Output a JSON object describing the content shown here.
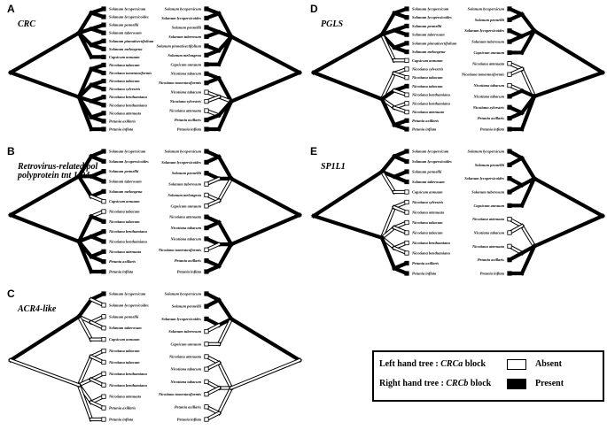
{
  "panels": [
    {
      "id": "A",
      "letter": "A",
      "title": "CRC",
      "title_lines": [
        "CRC"
      ],
      "left_taxa": [
        "Solanum lycopersicum",
        "Solanum lycopersicoides",
        "Solanum pennellii",
        "Solanum tuberosum",
        "Solanum pinnatisectifolium",
        "Solanum melongena",
        "Capsicum annuum",
        "Nicotiana tabacum",
        "Nicotiana tomentosiformis",
        "Nicotiana tabacum",
        "Nicotiana sylvestris",
        "Nicotiana benthamiana",
        "Nicotiana benthamiana",
        "Nicotiana attenuata",
        "Petunia axillaris",
        "Petunia inflata"
      ],
      "left_present": [
        1,
        1,
        1,
        1,
        1,
        1,
        1,
        1,
        1,
        1,
        1,
        1,
        1,
        1,
        1,
        1
      ],
      "right_taxa": [
        "Solanum lycopersicum",
        "Solanum lycopersicoides",
        "Solanum pennellii",
        "Solanum tuberosum",
        "Solanum pinnatisectifolium",
        "Solanum melongena",
        "Capsicum annuum",
        "Nicotiana tabacum",
        "Nicotiana tomentosiformis",
        "Nicotiana tabacum",
        "Nicotiana sylvestris",
        "Nicotiana attenuata",
        "Petunia axillaris",
        "Petunia inflata"
      ],
      "right_present": [
        1,
        1,
        1,
        1,
        1,
        1,
        1,
        1,
        1,
        0,
        0,
        0,
        1,
        1
      ]
    },
    {
      "id": "B",
      "letter": "B",
      "title": "Retrovirus-related pol polyprotein tnt 1-94",
      "title_lines": [
        "Retrovirus-related pol",
        "polyprotein tnt 1-94"
      ],
      "left_taxa": [
        "Solanum lycopersicum",
        "Solanum lycopersicoides",
        "Solanum pennellii",
        "Solanum tuberosum",
        "Solanum melongena",
        "Capsicum annuum",
        "Nicotiana tabacum",
        "Nicotiana tabacum",
        "Nicotiana benthamiana",
        "Nicotiana benthamiana",
        "Nicotiana attenuata",
        "Petunia axillaris",
        "Petunia inflata"
      ],
      "left_present": [
        1,
        1,
        1,
        1,
        1,
        0,
        0,
        1,
        1,
        1,
        1,
        1,
        1
      ],
      "right_taxa": [
        "Solanum lycopersicum",
        "Solanum lycopersicoides",
        "Solanum pennellii",
        "Solanum tuberosum",
        "Solanum melongena",
        "Capsicum annuum",
        "Nicotiana attenuata",
        "Nicotiana tabacum",
        "Nicotiana tabacum",
        "Nicotiana tomentosiformis",
        "Petunia axillaris",
        "Petunia inflata"
      ],
      "right_present": [
        1,
        1,
        1,
        0,
        0,
        0,
        1,
        1,
        1,
        0,
        1,
        1
      ]
    },
    {
      "id": "C",
      "letter": "C",
      "title": "ACR4-like",
      "title_lines": [
        "ACR4-like"
      ],
      "left_taxa": [
        "Solanum lycopersicum",
        "Solanum lycopersicoides",
        "Solanum pennellii",
        "Solanum tuberosum",
        "Capsicum annuum",
        "Nicotiana tabacum",
        "Nicotiana tabacum",
        "Nicotiana benthamiana",
        "Nicotiana benthamiana",
        "Nicotiana attenuata",
        "Petunia axillaris",
        "Petunia inflata"
      ],
      "left_present": [
        1,
        0,
        0,
        0,
        0,
        0,
        0,
        0,
        0,
        0,
        0,
        0
      ],
      "right_taxa": [
        "Solanum lycopersicum",
        "Solanum pennellii",
        "Solanum lycopersicoides",
        "Solanum tuberosum",
        "Capsicum annuum",
        "Nicotiana attenuata",
        "Nicotiana tabacum",
        "Nicotiana tabacum",
        "Nicotiana tomentosiformis",
        "Petunia axillaris",
        "Petunia inflata"
      ],
      "right_present": [
        1,
        1,
        1,
        0,
        0,
        0,
        0,
        0,
        0,
        0,
        0
      ]
    },
    {
      "id": "D",
      "letter": "D",
      "title": "PGLS",
      "title_lines": [
        "PGLS"
      ],
      "left_taxa": [
        "Solanum lycopersicum",
        "Solanum lycopersicoides",
        "Solanum pennellii",
        "Solanum tuberosum",
        "Solanum pinnatisectifolium",
        "Solanum melongena",
        "Capsicum annuum",
        "Nicotiana sylvestris",
        "Nicotiana tabacum",
        "Nicotiana tabacum",
        "Nicotiana benthamiana",
        "Nicotiana benthamiana",
        "Nicotiana attenuata",
        "Petunia axillaris",
        "Petunia inflata"
      ],
      "left_present": [
        1,
        1,
        1,
        1,
        1,
        1,
        0,
        0,
        0,
        1,
        0,
        0,
        0,
        1,
        1
      ],
      "right_taxa": [
        "Solanum lycopersicum",
        "Solanum pennellii",
        "Solanum lycopersicoides",
        "Solanum tuberosum",
        "Capsicum annuum",
        "Nicotiana attenuata",
        "Nicotiana tomentosiformis",
        "Nicotiana tabacum",
        "Nicotiana tabacum",
        "Nicotiana sylvestris",
        "Petunia axillaris",
        "Petunia inflata"
      ],
      "right_present": [
        1,
        1,
        1,
        1,
        1,
        0,
        0,
        0,
        1,
        1,
        1,
        1
      ]
    },
    {
      "id": "E",
      "letter": "E",
      "title": "SP1L1",
      "title_lines": [
        "SP1L1"
      ],
      "left_taxa": [
        "Solanum lycopersicum",
        "Solanum lycopersicoides",
        "Solanum pennellii",
        "Solanum tuberosum",
        "Capsicum annuum",
        "Nicotiana sylvestris",
        "Nicotiana attenuata",
        "Nicotiana tabacum",
        "Nicotiana tabacum",
        "Nicotiana benthamiana",
        "Nicotiana benthamiana",
        "Petunia axillaris",
        "Petunia inflata"
      ],
      "left_present": [
        1,
        1,
        1,
        1,
        0,
        0,
        0,
        0,
        0,
        0,
        0,
        1,
        1
      ],
      "right_taxa": [
        "Solanum lycopersicum",
        "Solanum pennellii",
        "Solanum lycopersicoides",
        "Solanum tuberosum",
        "Capsicum annuum",
        "Nicotiana attenuata",
        "Nicotiana tabacum",
        "Nicotiana attenuata",
        "Petunia axillaris",
        "Petunia inflata"
      ],
      "right_present": [
        1,
        1,
        1,
        1,
        1,
        0,
        0,
        0,
        1,
        1
      ]
    }
  ],
  "legend": {
    "left_prefix": "Left hand tree : ",
    "left_block": "CRCa",
    "left_suffix": " block",
    "right_prefix": "Right hand tree : ",
    "right_block": "CRCb",
    "right_suffix": " block",
    "absent_label": "Absent",
    "present_label": "Present"
  },
  "colors": {
    "present": "#000000",
    "absent": "#ffffff",
    "outline": "#000000"
  }
}
